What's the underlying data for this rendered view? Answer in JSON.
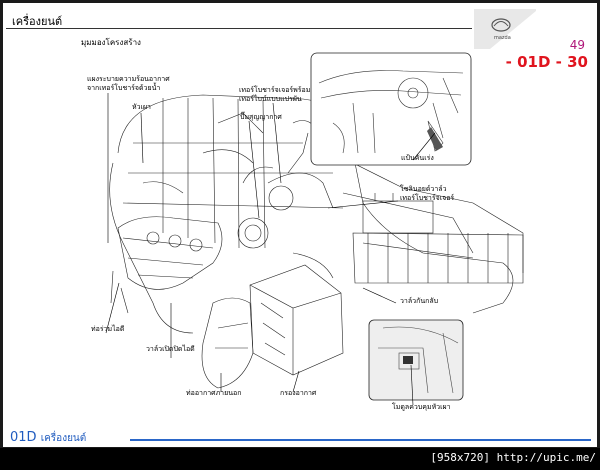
{
  "header": {
    "title": "เครื่องยนต์",
    "subtitle": "มุมมองโครงสร้าง"
  },
  "page_number": "49",
  "section_code": "- 01D - 30",
  "brand_logo_text": "mazda",
  "labels": {
    "intercooler": "แผงระบายความร้อนอากาศ\nจากเทอร์โบชาร์จด้วยน้ำ",
    "head_cover": "หัวเผา",
    "turbo_vgt": "เทอร์โบชาร์จเจอร์พร้อม\nเทอร์ไบน์แบบแปรผัน",
    "vacuum_pump": "ปั๊มสุญญากาศ",
    "accel_pedal": "แป้นคันเร่ง",
    "turbo_solenoid": "โซลินอยด์วาล์ว\nเทอร์โบชาร์จเจอร์",
    "check_valve": "วาล์วกันกลับ",
    "intake_manifold": "ท่อร่วมไอดี",
    "intake_shutter": "วาล์วเปิดปิดไอดี",
    "outer_air_duct": "ท่ออากาศภายนอก",
    "air_cleaner": "กรองอากาศ",
    "glow_module": "โมดูลควบคุมหัวเผา"
  },
  "footer": {
    "code": "01D",
    "title": "เครื่องยนต์"
  },
  "watermark": "[958x720] http://upic.me/"
}
